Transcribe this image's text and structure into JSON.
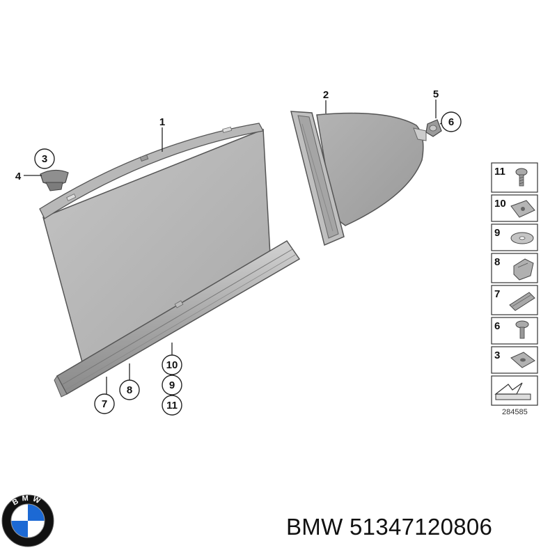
{
  "callouts": {
    "c1": "1",
    "c2": "2",
    "c3": "3",
    "c4": "4",
    "c5": "5",
    "c6": "6",
    "c7": "7",
    "c8": "8",
    "c9": "9",
    "c10": "10",
    "c11": "11"
  },
  "legend": [
    "11",
    "10",
    "9",
    "8",
    "7",
    "6",
    "3"
  ],
  "reference_number": "284585",
  "logo": {
    "text": "BMW",
    "colors": {
      "blue": "#1c69d4",
      "black": "#111111",
      "white": "#ffffff"
    }
  },
  "caption": {
    "brand": "BMW",
    "part_number": "51347120806"
  }
}
